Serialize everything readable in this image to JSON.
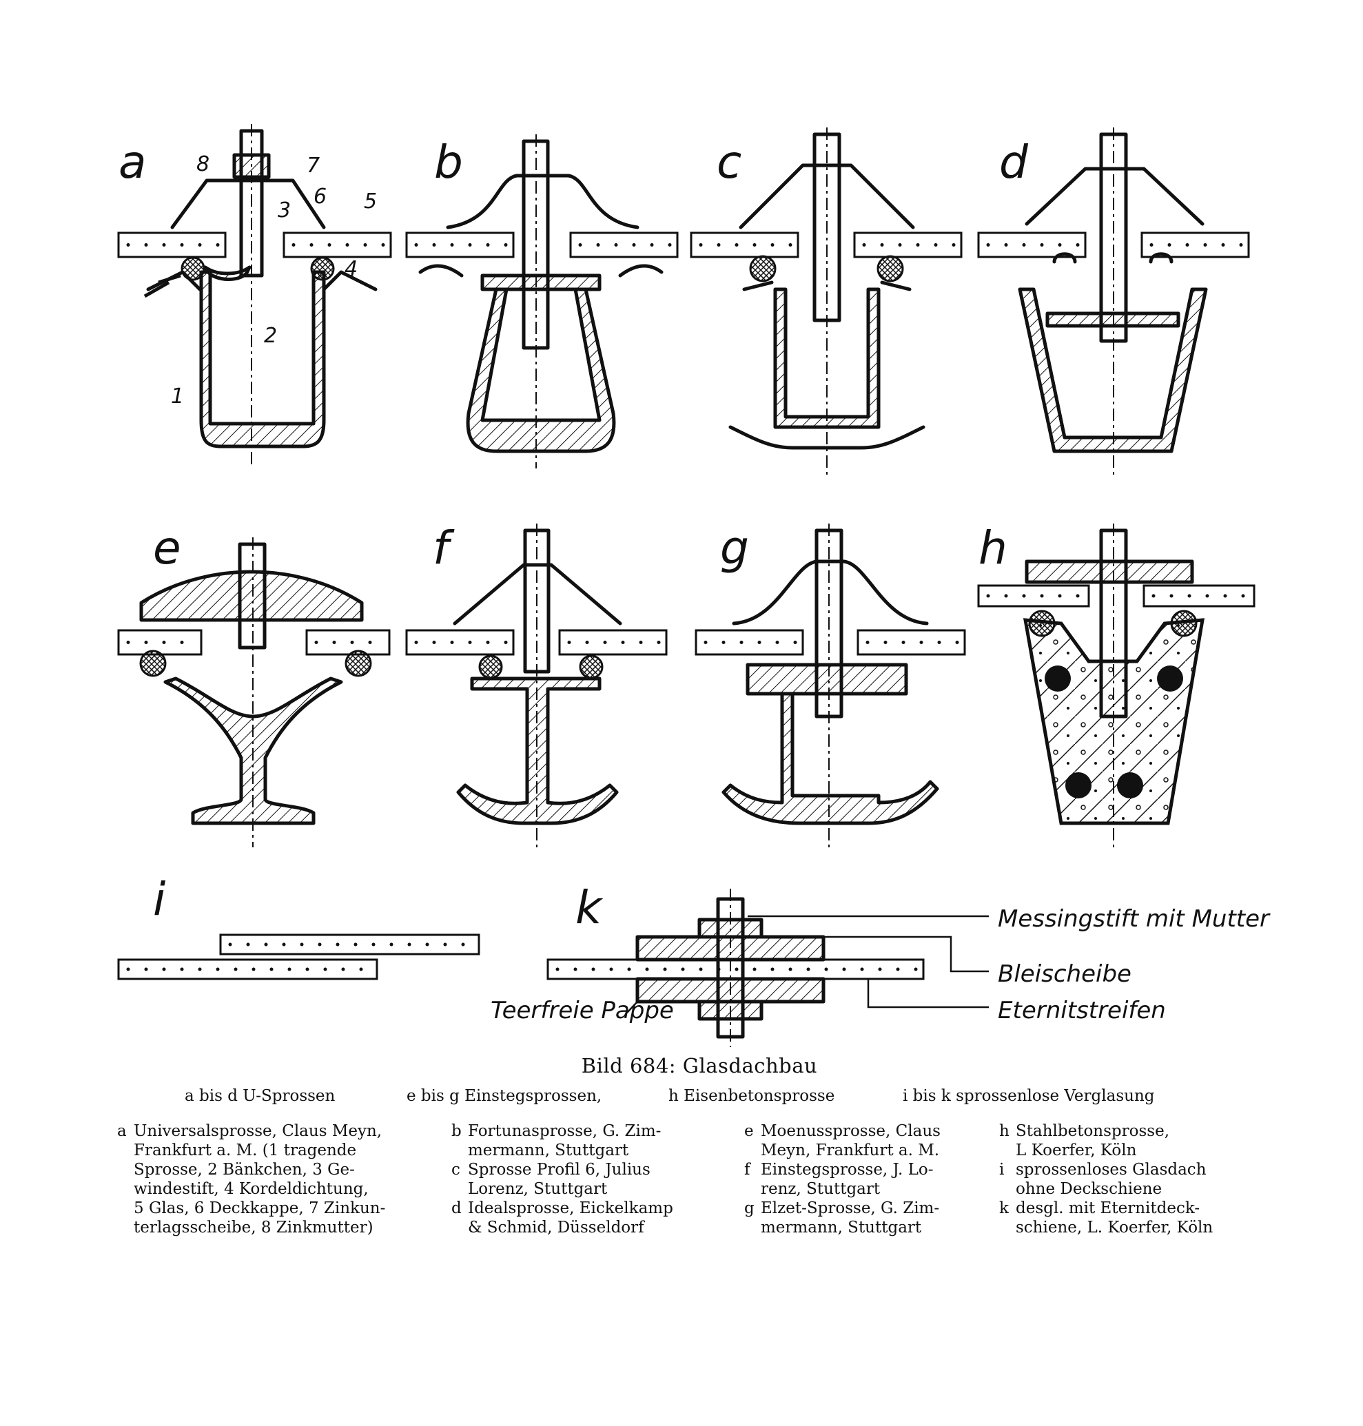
{
  "panels": [
    "a",
    "b",
    "c",
    "d",
    "e",
    "f",
    "g",
    "h",
    "i",
    "k"
  ],
  "part_numbers": [
    "8",
    "7",
    "6",
    "3",
    "5",
    "4",
    "2",
    "1"
  ],
  "annotations": {
    "messingstift": "Messingstift mit Mutter",
    "bleischeibe": "Bleischeibe",
    "eternitstreifen": "Eternitstreifen",
    "teerfreie_pappe": "Teerfreie Pappe"
  },
  "caption": {
    "title": "Bild 684:  Glasdachbau",
    "groups": [
      "a bis d U-Sprossen",
      "e bis g Einstegsprossen,",
      "h Eisenbetonsprosse",
      "i bis k sprossenlose Verglasung"
    ],
    "columns": [
      [
        {
          "key": "a",
          "text": "Universalsprosse, Claus Meyn,\nFrankfurt a. M. (1 tragende\nSprosse, 2 Bänkchen, 3 Ge-\nwindestift, 4 Kordeldichtung,\n5 Glas, 6 Deckkappe, 7 Zinkun-\nterlagsscheibe, 8 Zinkmutter)"
        }
      ],
      [
        {
          "key": "b",
          "text": "Fortunasprosse, G. Zim-\nmermann, Stuttgart"
        },
        {
          "key": "c",
          "text": "Sprosse Profil 6, Julius\nLorenz, Stuttgart"
        },
        {
          "key": "d",
          "text": "Idealsprosse, Eickelkamp\n& Schmid, Düsseldorf"
        }
      ],
      [
        {
          "key": "e",
          "text": "Moenussprosse, Claus\nMeyn, Frankfurt a. M."
        },
        {
          "key": "f",
          "text": "Einstegsprosse, J. Lo-\nrenz, Stuttgart"
        },
        {
          "key": "g",
          "text": "Elzet-Sprosse, G. Zim-\nmermann, Stuttgart"
        }
      ],
      [
        {
          "key": "h",
          "text": "Stahlbetonsprosse,\nL  Koerfer, Köln"
        },
        {
          "key": "i",
          "text": "sprossenloses Glasdach\nohne Deckschiene"
        },
        {
          "key": "k",
          "text": "desgl.  mit  Eternitdeck-\nschiene, L. Koerfer, Köln"
        }
      ]
    ]
  }
}
